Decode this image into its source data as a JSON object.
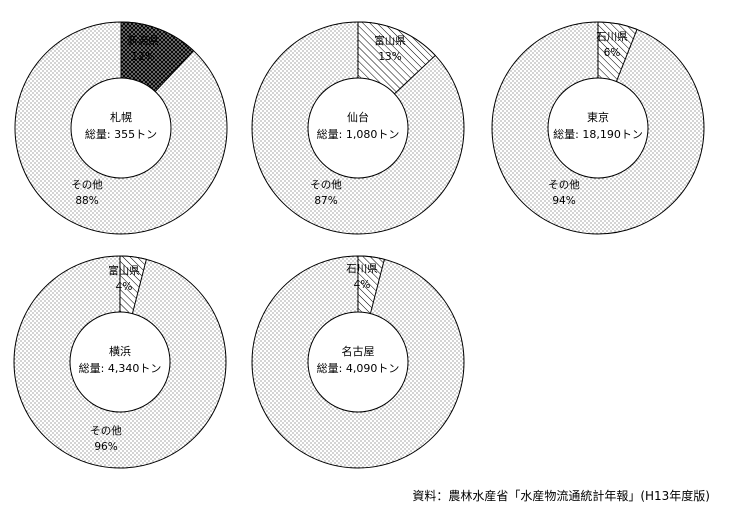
{
  "chart_data": [
    {
      "type": "pie",
      "center_label": [
        "札幌",
        "総量: 355トン"
      ],
      "slices": [
        {
          "label": "新潟県",
          "percent_text": "12%",
          "value": 12,
          "fill": "crosshatch"
        },
        {
          "label": "その他",
          "percent_text": "88%",
          "value": 88,
          "fill": "dots"
        }
      ]
    },
    {
      "type": "pie",
      "center_label": [
        "仙台",
        "総量: 1,080トン"
      ],
      "slices": [
        {
          "label": "富山県",
          "percent_text": "13%",
          "value": 13,
          "fill": "hatch"
        },
        {
          "label": "その他",
          "percent_text": "87%",
          "value": 87,
          "fill": "dots"
        }
      ]
    },
    {
      "type": "pie",
      "center_label": [
        "東京",
        "総量: 18,190トン"
      ],
      "slices": [
        {
          "label": "石川県",
          "percent_text": "6%",
          "value": 6,
          "fill": "hatch"
        },
        {
          "label": "その他",
          "percent_text": "94%",
          "value": 94,
          "fill": "dots"
        }
      ]
    },
    {
      "type": "pie",
      "center_label": [
        "横浜",
        "総量: 4,340トン"
      ],
      "slices": [
        {
          "label": "富山県",
          "percent_text": "4%",
          "value": 4,
          "fill": "hatch"
        },
        {
          "label": "その他",
          "percent_text": "96%",
          "value": 96,
          "fill": "dots"
        }
      ]
    },
    {
      "type": "pie",
      "center_label": [
        "名古屋",
        "総量: 4,090トン"
      ],
      "slices": [
        {
          "label": "石川県",
          "percent_text": "4%",
          "value": 4,
          "fill": "hatch"
        }
      ]
    }
  ],
  "source": "資料：農林水産省「水産物流通統計年報」(H13年度版)"
}
